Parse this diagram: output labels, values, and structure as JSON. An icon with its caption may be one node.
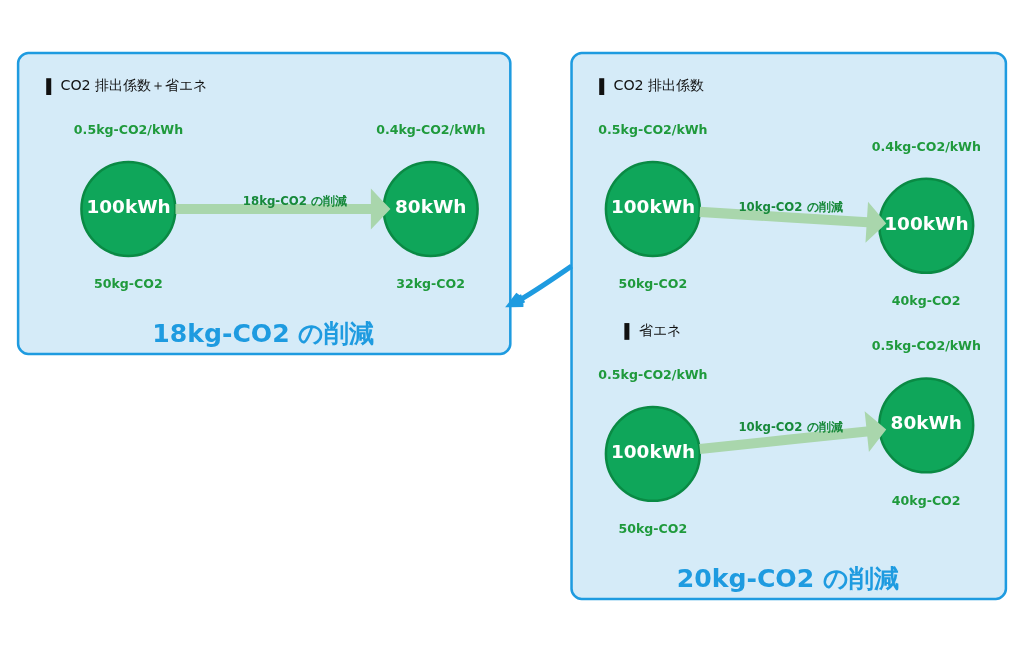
{
  "diagram": {
    "nodes": [
      {
        "text": [
          "18kg-CO2 の削減"
        ]
      },
      {
        "text": [
          "100kWh"
        ],
        "in": 0,
        "beside": [
          "0.5kg-CO2/kWh",
          "50kg-CO2"
        ]
      },
      {
        "text": [
          "80kWh"
        ],
        "in": 0,
        "beside": [
          "0.4kg-CO2/kWh",
          "32kg-CO2"
        ]
      },
      {
        "text": [
          "20kg-CO2 の削減"
        ]
      },
      {
        "text": [
          "100kWh"
        ],
        "in": 3,
        "beside": [
          "0.5kg-CO2/kWh",
          "50kg-CO2"
        ]
      },
      {
        "text": [
          "100kWh"
        ],
        "in": 3,
        "beside": [
          "0.4kg-CO2/kWh",
          "40kg-CO2"
        ]
      },
      {
        "text": [
          "100kWh"
        ],
        "in": 3,
        "beside": [
          "0.5kg-CO2/kWh",
          "50kg-CO2"
        ]
      },
      {
        "text": [
          "80kWh"
        ],
        "in": 3,
        "beside": [
          "0.5kg-CO2/kWh",
          "40kg-CO2"
        ]
      }
    ],
    "edges": [
      {
        "from": 1,
        "to": 2,
        "arrow": "to",
        "label": "18kg-CO2 の削減"
      },
      {
        "from": 4,
        "to": 5,
        "arrow": "to",
        "label": "10kg-CO2 の削減"
      },
      {
        "from": 6,
        "to": 7,
        "arrow": "to",
        "label": "10kg-CO2 の削減"
      },
      {
        "from": 3,
        "to": 0,
        "arrow": "to",
        "color": "#1e9be0"
      }
    ],
    "labels": [
      "CO2 排出係数＋省エネ",
      "CO2 排出係数",
      "省エネ"
    ]
  }
}
